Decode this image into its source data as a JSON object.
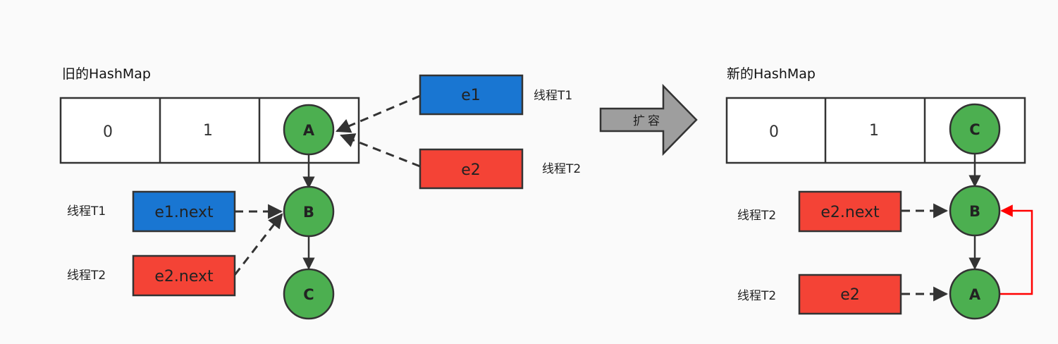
{
  "old_map": {
    "title": "旧的HashMap",
    "cells": [
      "0",
      "1"
    ],
    "node_a": "A",
    "node_b": "B",
    "node_c": "C",
    "box_e1": "e1",
    "box_e2": "e2",
    "box_e1_next": "e1.next",
    "box_e2_next": "e2.next",
    "label_e1": "线程T1",
    "label_e2": "线程T2",
    "label_e1_next": "线程T1",
    "label_e2_next": "线程T2"
  },
  "resize_arrow": {
    "label": "扩容"
  },
  "new_map": {
    "title": "新的HashMap",
    "cells": [
      "0",
      "1"
    ],
    "node_c": "C",
    "node_b": "B",
    "node_a": "A",
    "box_e2_next": "e2.next",
    "box_e2": "e2",
    "label_e2_next": "线程T2",
    "label_e2": "线程T2"
  },
  "colors": {
    "blue": "#1976D2",
    "red": "#F44336",
    "green": "#4CAF50",
    "cycle_edge": "#FF0000",
    "arrow_gray": "#9E9E9E",
    "stroke": "#333333"
  }
}
